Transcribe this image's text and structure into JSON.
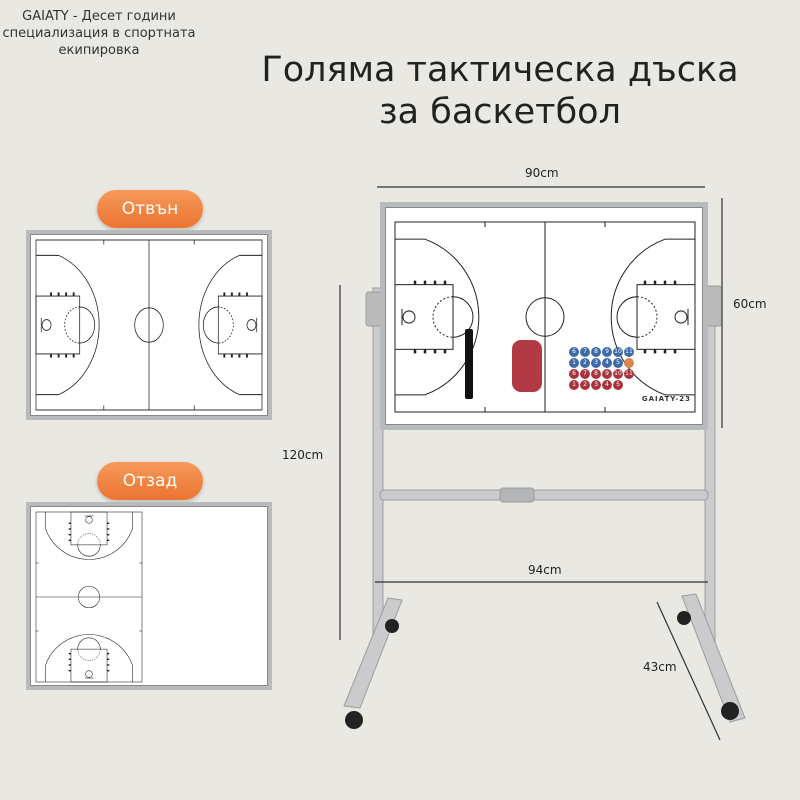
{
  "tagline": "GAIATY - Десет години специализация в спортната екипировка",
  "title": {
    "line1": "Голяма тактическа дъска",
    "line2": "за баскетбол"
  },
  "views": {
    "front_label": "Отвън",
    "back_label": "Отзад"
  },
  "dimensions": {
    "board_width": "90cm",
    "board_height": "60cm",
    "total_height": "120cm",
    "stand_width": "94cm",
    "stand_depth": "43cm"
  },
  "brand_logo": "GAIATY-23",
  "magnets": {
    "blue_top": [
      "6",
      "7",
      "8",
      "9",
      "10",
      "11"
    ],
    "blue_bottom": [
      "1",
      "2",
      "3",
      "4",
      "5"
    ],
    "red_top": [
      "6",
      "7",
      "8",
      "9",
      "10",
      "11"
    ],
    "red_bottom": [
      "1",
      "2",
      "3",
      "4",
      "5"
    ]
  },
  "colors": {
    "accent": "#ec7430",
    "blue_magnet": "#3d6aa8",
    "red_magnet": "#a8333c",
    "eraser": "#b23a45"
  }
}
